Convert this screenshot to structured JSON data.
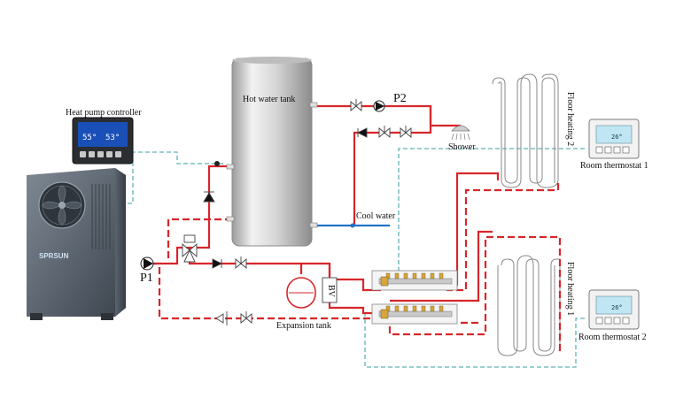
{
  "labels": {
    "hot_water_tank": "Hot water tank",
    "heat_pump_controller": "Heat pump controller",
    "shower": "Shower",
    "cool_water": "Cool  water",
    "expansion_tank": "Expansion tank",
    "bv": "BV",
    "pump1": "P1",
    "pump2": "P2",
    "floor_heating_2": "Floor heating 2",
    "floor_heating_1": "Floor heating 1",
    "room_thermostat_1": "Room thermostat 1",
    "room_thermostat_2": "Room thermostat 2"
  },
  "controller_display": {
    "temp_a": "55°",
    "temp_b": "53°"
  },
  "thermostat_display": {
    "temp": "26°"
  },
  "brand": "SPRSUN",
  "colors": {
    "hot_pipe": "#d8262a",
    "return_pipe": "#d8262a",
    "cold_water": "#1f73c9",
    "signal_wire": "#5fb3b3",
    "tank": "#dcdcdc",
    "heat_pump_body": "#5a6470"
  }
}
